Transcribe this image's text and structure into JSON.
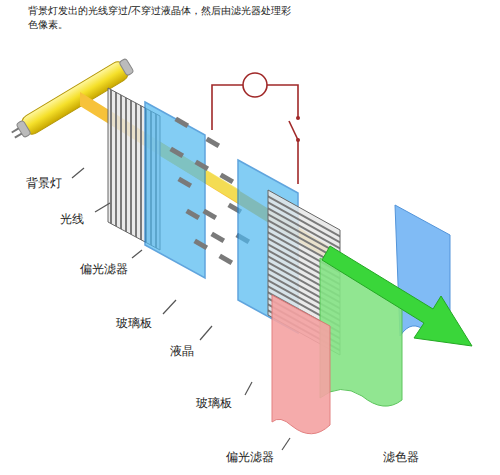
{
  "diagram": {
    "title": "背景灯发出的光线穿过/不穿过液晶体，然后由滤光器处理彩色像素。",
    "labels": [
      "背景灯",
      "光线",
      "偏光滤器",
      "玻璃板",
      "液晶",
      "玻璃板",
      "偏光滤器",
      "滤色器"
    ]
  }
}
